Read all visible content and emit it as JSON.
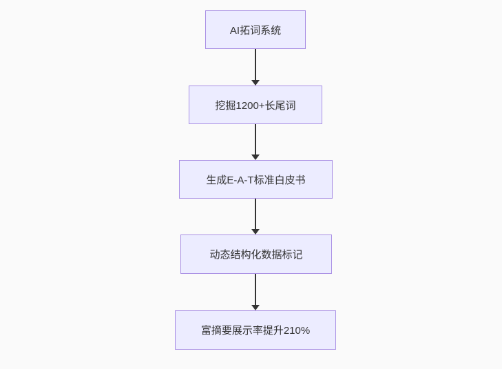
{
  "flowchart": {
    "type": "flowchart",
    "direction": "top-down",
    "nodes": [
      {
        "label": "AI拓词系统"
      },
      {
        "label": "挖掘1200+长尾词"
      },
      {
        "label": "生成E-A-T标准白皮书"
      },
      {
        "label": "动态结构化数据标记"
      },
      {
        "label": "富摘要展示率提升210%"
      }
    ],
    "edges": [
      {
        "from": "AI拓词系统",
        "to": "挖掘1200+长尾词",
        "style": "arrow-down"
      },
      {
        "from": "挖掘1200+长尾词",
        "to": "生成E-A-T标准白皮书",
        "style": "arrow-down"
      },
      {
        "from": "生成E-A-T标准白皮书",
        "to": "动态结构化数据标记",
        "style": "arrow-down"
      },
      {
        "from": "动态结构化数据标记",
        "to": "富摘要展示率提升210%",
        "style": "arrow-down"
      }
    ],
    "colors": {
      "background": "#fafafa",
      "node_fill": "#ececff",
      "node_border": "#9370db",
      "node_text": "#333333",
      "arrow": "#333333"
    }
  }
}
